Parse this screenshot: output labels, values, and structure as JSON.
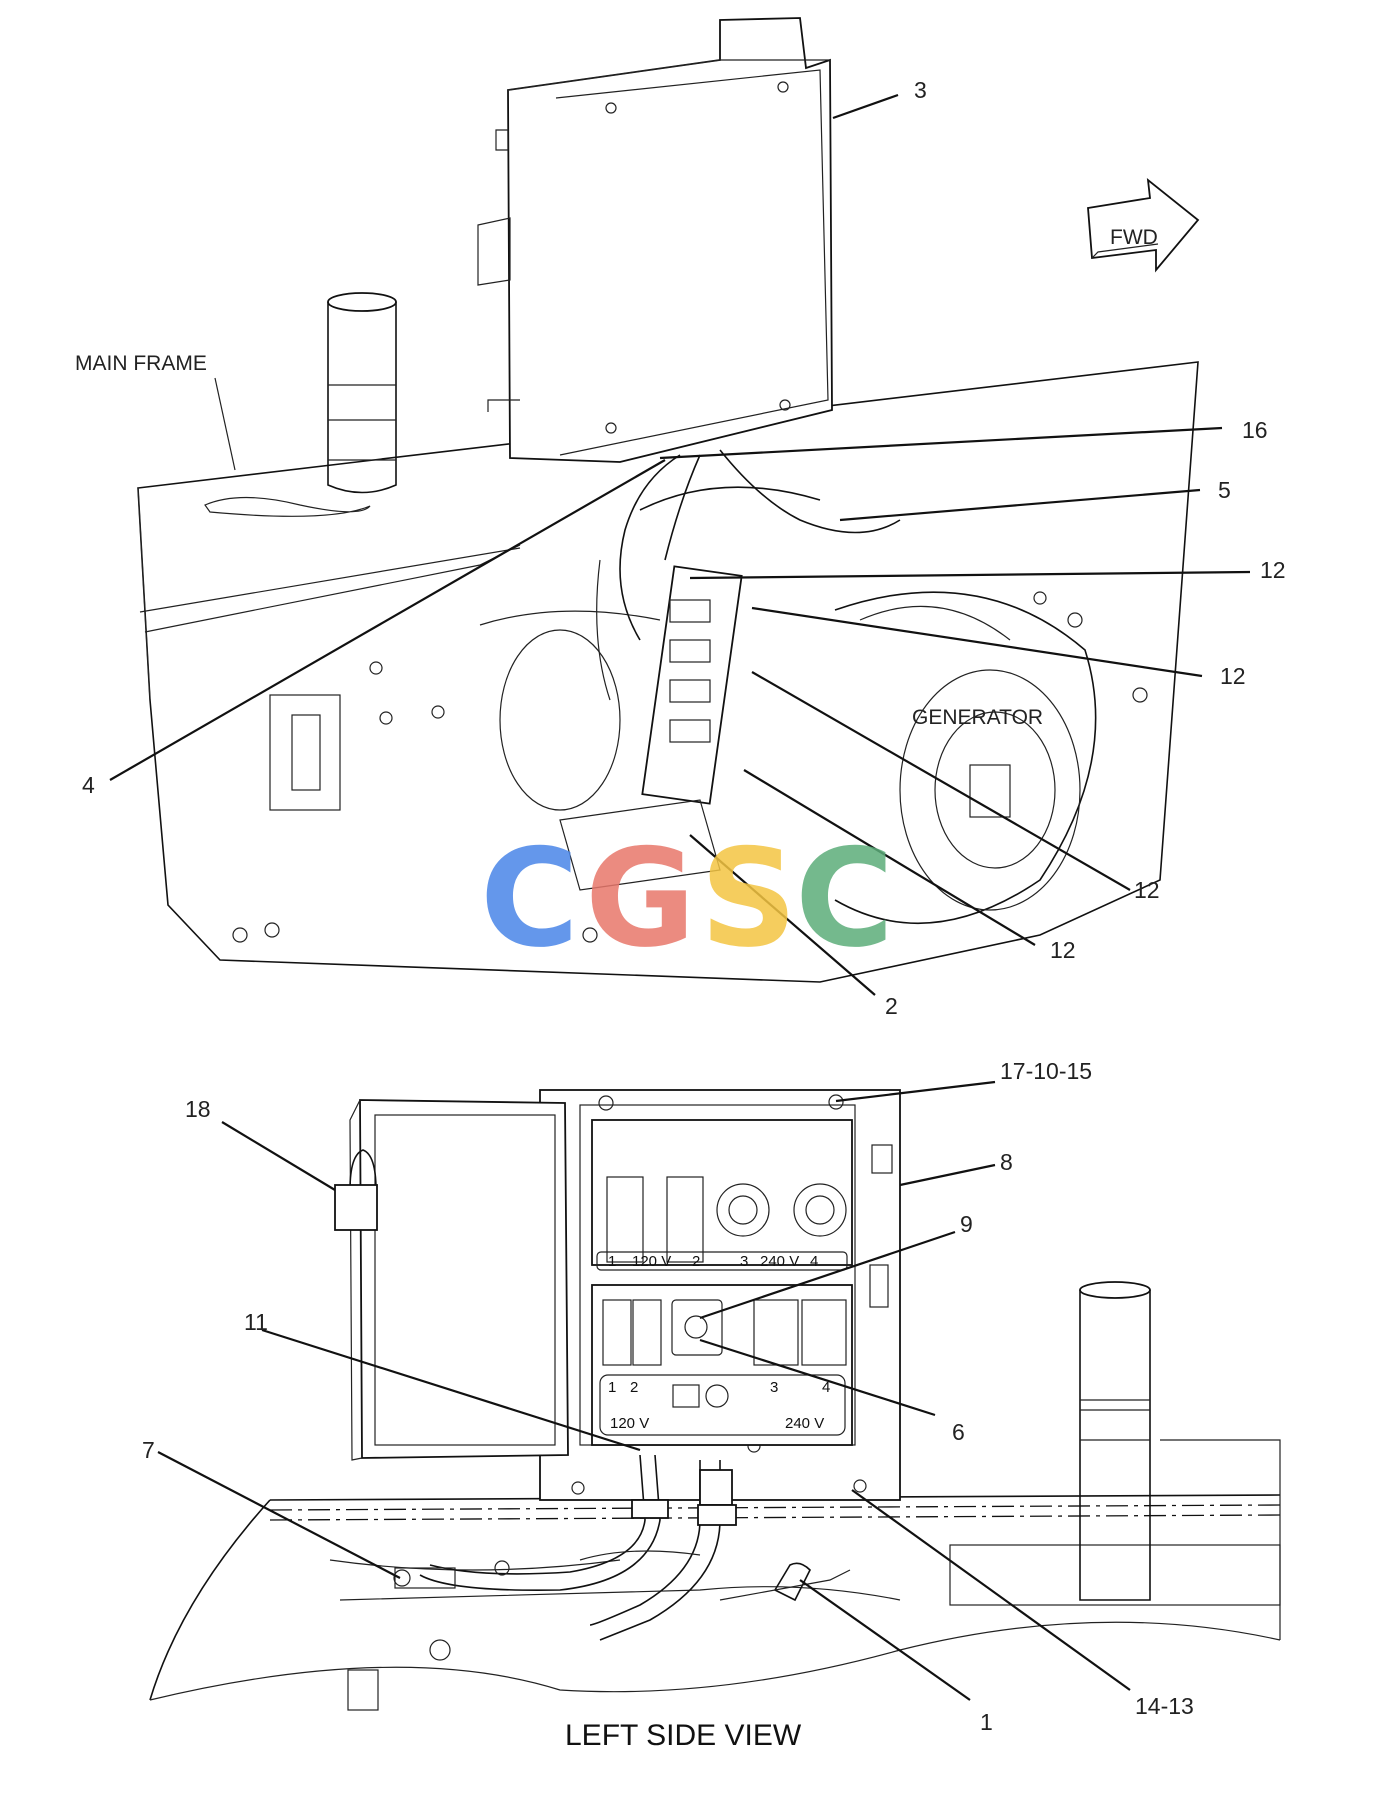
{
  "diagram": {
    "caption": "LEFT SIDE VIEW",
    "labels": {
      "main_frame": "MAIN FRAME",
      "generator": "GENERATOR",
      "fwd": "FWD"
    },
    "watermark": {
      "text": "CGSC",
      "letters": [
        "C",
        "G",
        "S",
        "C"
      ],
      "colors": [
        "#4a86e8",
        "#e8776b",
        "#f4c542",
        "#5cad7a"
      ]
    },
    "callouts_top": [
      "3",
      "16",
      "5",
      "12",
      "12",
      "4",
      "12",
      "12",
      "2"
    ],
    "callouts_bottom": [
      "17-10-15",
      "18",
      "8",
      "9",
      "11",
      "6",
      "7",
      "1",
      "14-13"
    ],
    "panel_text": {
      "outlet_row": [
        "1",
        "120 V",
        "2",
        "3",
        "240 V",
        "4"
      ],
      "breaker_row_left": [
        "1",
        "2",
        "120 V"
      ],
      "breaker_row_right": [
        "3",
        "4",
        "240 V"
      ]
    }
  }
}
